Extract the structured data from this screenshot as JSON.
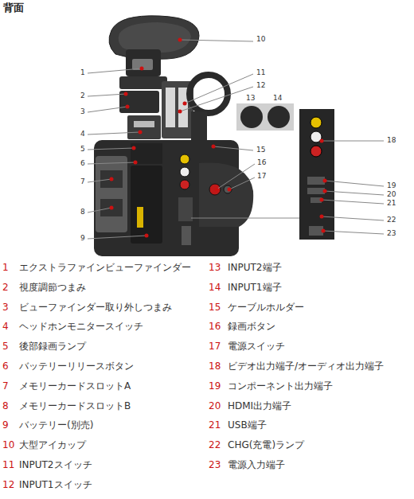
{
  "diagram": {
    "title": "背面",
    "labels": [
      "10",
      "1",
      "11",
      "12",
      "2",
      "3",
      "13",
      "14",
      "4",
      "5",
      "15",
      "6",
      "16",
      "17",
      "7",
      "18",
      "8",
      "19",
      "20",
      "21",
      "22",
      "9",
      "23",
      "1",
      "エクストラファインビューファインダー",
      "2",
      "視度調節つまみ",
      "3",
      "ビューファインダー取り外しつまみ",
      "4",
      "ヘッドホンモニタースイッチ",
      "5",
      "後部録画ランプ",
      "6",
      "バッテリーリリースボタン",
      "7",
      "メモリーカードスロットA",
      "8",
      "メモリーカードスロットB",
      "9",
      "バッテリー(別売)",
      "10",
      "大型アイカップ",
      "11",
      "INPUT2スイッチ",
      "12",
      "INPUT1スイッチ",
      "13",
      "INPUT2端子",
      "14",
      "INPUT1端子",
      "15",
      "ケーブルホルダー",
      "16",
      "録画ボタン",
      "17",
      "電源スイッチ",
      "18",
      "ビデオ出力端子/オーディオ出力端子",
      "19",
      "コンポーネント出力端子",
      "20",
      "HDMI出力端子",
      "21",
      "USB端子",
      "22",
      "CHG(充電)ランプ",
      "23",
      "電源入力端子"
    ]
  }
}
